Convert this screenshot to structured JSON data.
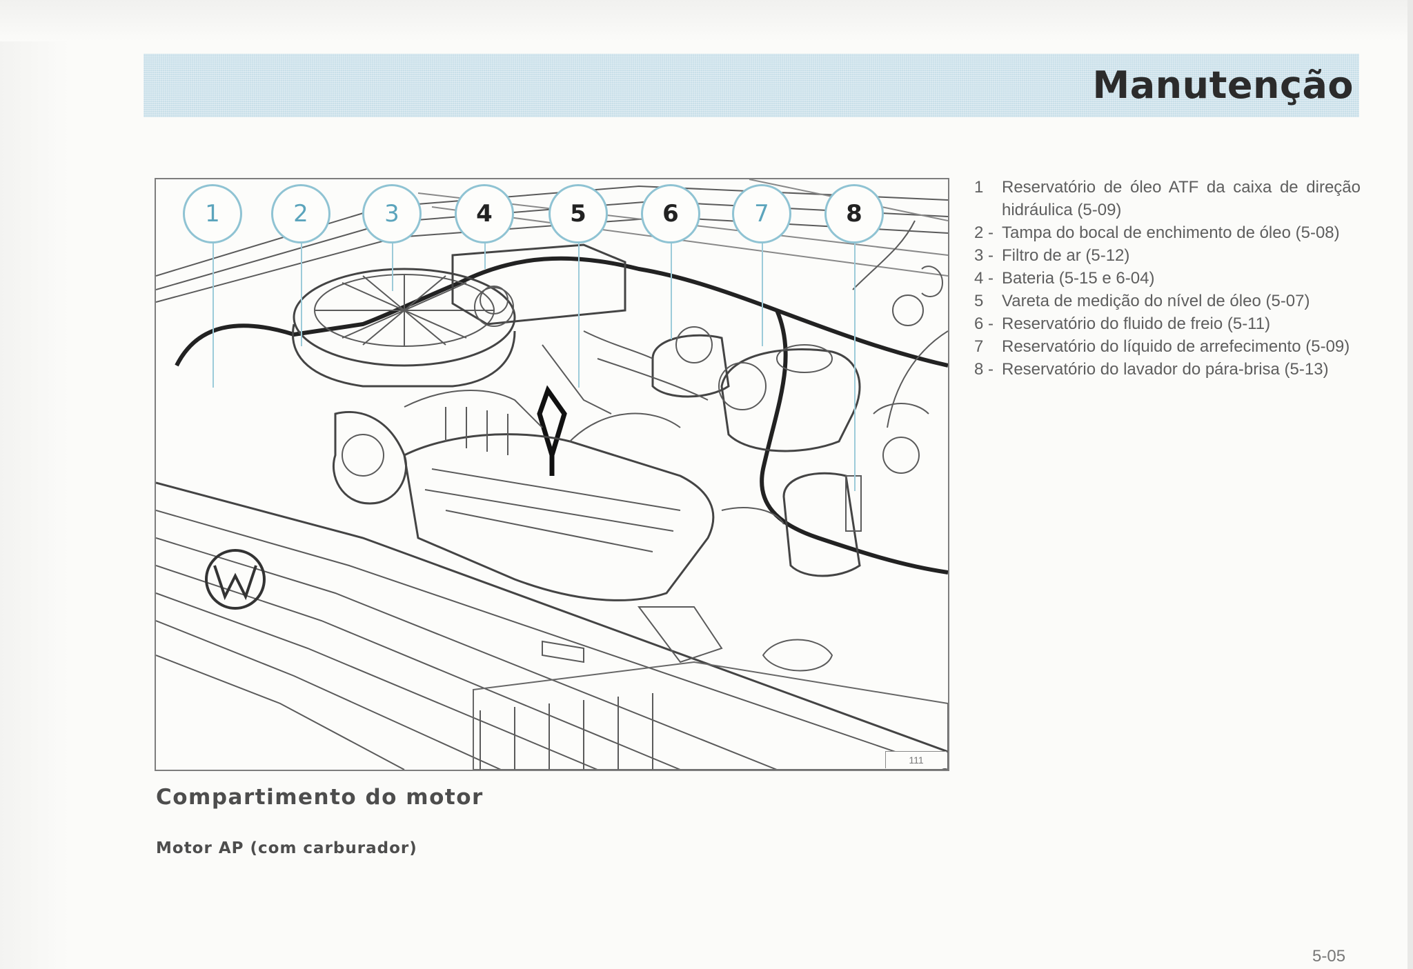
{
  "header": {
    "title": "Manutenção"
  },
  "figure": {
    "callouts": [
      {
        "label": "1",
        "style": "light"
      },
      {
        "label": "2",
        "style": "light"
      },
      {
        "label": "3",
        "style": "light"
      },
      {
        "label": "4",
        "style": "dark"
      },
      {
        "label": "5",
        "style": "dark"
      },
      {
        "label": "6",
        "style": "dark"
      },
      {
        "label": "7",
        "style": "light"
      },
      {
        "label": "8",
        "style": "dark"
      }
    ],
    "reference_number": "111"
  },
  "legend": [
    {
      "num": "1",
      "text": "Reservatório de óleo ATF da caixa de direção hidráulica (5-09)"
    },
    {
      "num": "2 -",
      "text": "Tampa do bocal de enchimento de óleo (5-08)"
    },
    {
      "num": "3 -",
      "text": "Filtro de ar (5-12)"
    },
    {
      "num": "4 -",
      "text": "Bateria (5-15 e 6-04)"
    },
    {
      "num": "5",
      "text": "Vareta de medição do nível de óleo (5-07)"
    },
    {
      "num": "6 -",
      "text": "Reservatório do fluido de freio (5-11)"
    },
    {
      "num": "7",
      "text": "Reservatório do líquido de arrefecimento (5-09)"
    },
    {
      "num": "8 -",
      "text": "Reservatório do lavador do pára-brisa (5-13)"
    }
  ],
  "caption": {
    "title": "Compartimento do motor",
    "subtitle": "Motor AP (com carburador)"
  },
  "page_number": "5-05"
}
